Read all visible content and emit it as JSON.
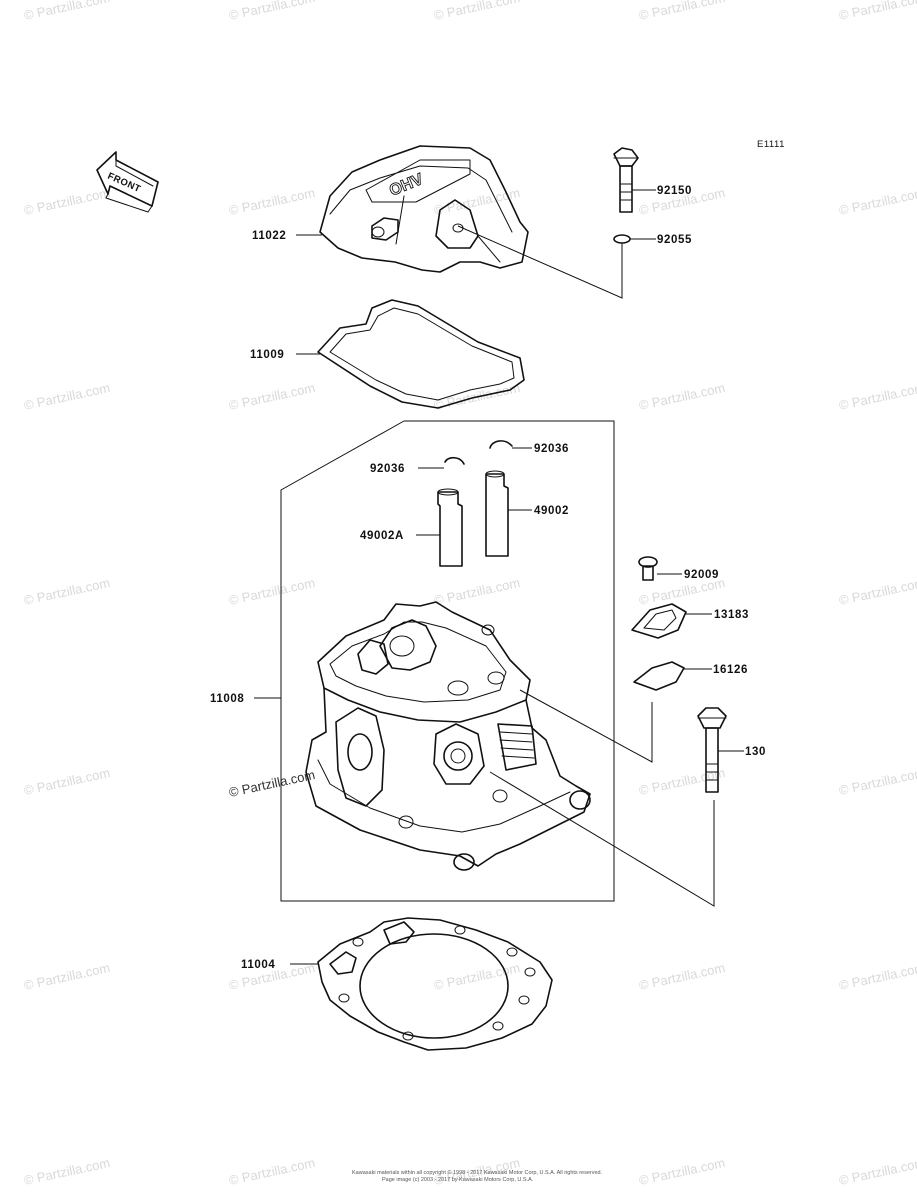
{
  "diagram_code": "E1111",
  "front_label": "FRONT",
  "cover_text": "OHV",
  "watermark": "© Partzilla.com",
  "parts": [
    {
      "id": "p-11022",
      "label": "11022"
    },
    {
      "id": "p-92150",
      "label": "92150"
    },
    {
      "id": "p-92055",
      "label": "92055"
    },
    {
      "id": "p-11009",
      "label": "11009"
    },
    {
      "id": "p-92036a",
      "label": "92036"
    },
    {
      "id": "p-92036b",
      "label": "92036"
    },
    {
      "id": "p-49002",
      "label": "49002"
    },
    {
      "id": "p-49002a",
      "label": "49002A"
    },
    {
      "id": "p-92009",
      "label": "92009"
    },
    {
      "id": "p-13183",
      "label": "13183"
    },
    {
      "id": "p-16126",
      "label": "16126"
    },
    {
      "id": "p-11008",
      "label": "11008"
    },
    {
      "id": "p-130",
      "label": "130"
    },
    {
      "id": "p-11004",
      "label": "11004"
    }
  ],
  "footer_line1": "Kawasaki materials within all copyright © 1998 - 2017 Kawasaki Motor Corp, U.S.A. All rights reserved.",
  "footer_line2": "Page image (c) 2003 - 2017 by Kawasaki Motors Corp, U.S.A."
}
